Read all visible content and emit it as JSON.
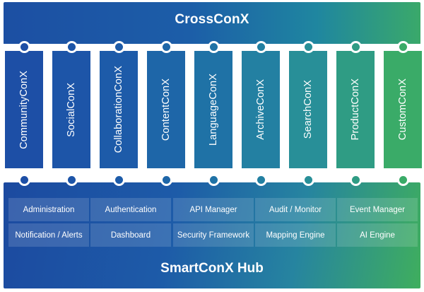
{
  "top_band": {
    "title": "CrossConX"
  },
  "connectors": [
    {
      "name": "CommunityConX",
      "color": "#1d4fa6"
    },
    {
      "name": "SocialConX",
      "color": "#1d55a8"
    },
    {
      "name": "CollaborationConX",
      "color": "#1d5ba9"
    },
    {
      "name": "ContentConX",
      "color": "#1e66a8"
    },
    {
      "name": "LanguageConX",
      "color": "#1f72a6"
    },
    {
      "name": "ArchiveConX",
      "color": "#2380a2"
    },
    {
      "name": "SearchConX",
      "color": "#288f98"
    },
    {
      "name": "ProductConX",
      "color": "#2f9c84"
    },
    {
      "name": "CustomConX",
      "color": "#3aab68"
    }
  ],
  "hub": {
    "title": "SmartConX Hub",
    "rows": [
      [
        "Administration",
        "Authentication",
        "API Manager",
        "Audit  / Monitor",
        "Event Manager"
      ],
      [
        "Notification / Alerts",
        "Dashboard",
        "Security Framework",
        "Mapping Engine",
        "AI Engine"
      ]
    ]
  }
}
